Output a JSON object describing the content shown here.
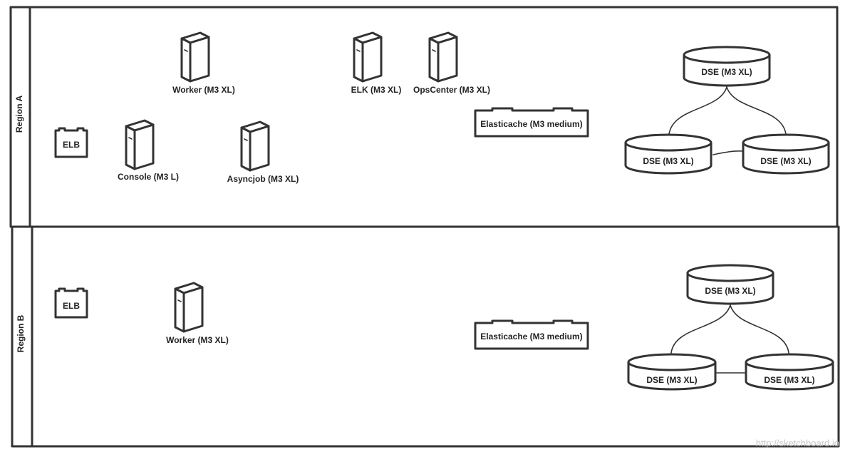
{
  "regions": [
    {
      "label": "Region A",
      "nodes": {
        "elb": "ELB",
        "worker": "Worker (M3 XL)",
        "console": "Console (M3 L)",
        "asyncjob": "Asyncjob (M3 XL)",
        "elk": "ELK (M3 XL)",
        "opscenter": "OpsCenter (M3 XL)",
        "elasticache": "Elasticache (M3 medium)",
        "dse_top": "DSE (M3 XL)",
        "dse_left": "DSE (M3 XL)",
        "dse_right": "DSE (M3 XL)"
      }
    },
    {
      "label": "Region B",
      "nodes": {
        "elb": "ELB",
        "worker": "Worker (M3 XL)",
        "elasticache": "Elasticache (M3 medium)",
        "dse_top": "DSE (M3 XL)",
        "dse_left": "DSE (M3 XL)",
        "dse_right": "DSE (M3 XL)"
      }
    }
  ],
  "watermark": "http://sketchboard.io",
  "icons": {
    "server": "server-box-icon",
    "load_balancer": "load-balancer-icon",
    "cache": "cache-icon",
    "database": "database-cylinder-icon"
  }
}
